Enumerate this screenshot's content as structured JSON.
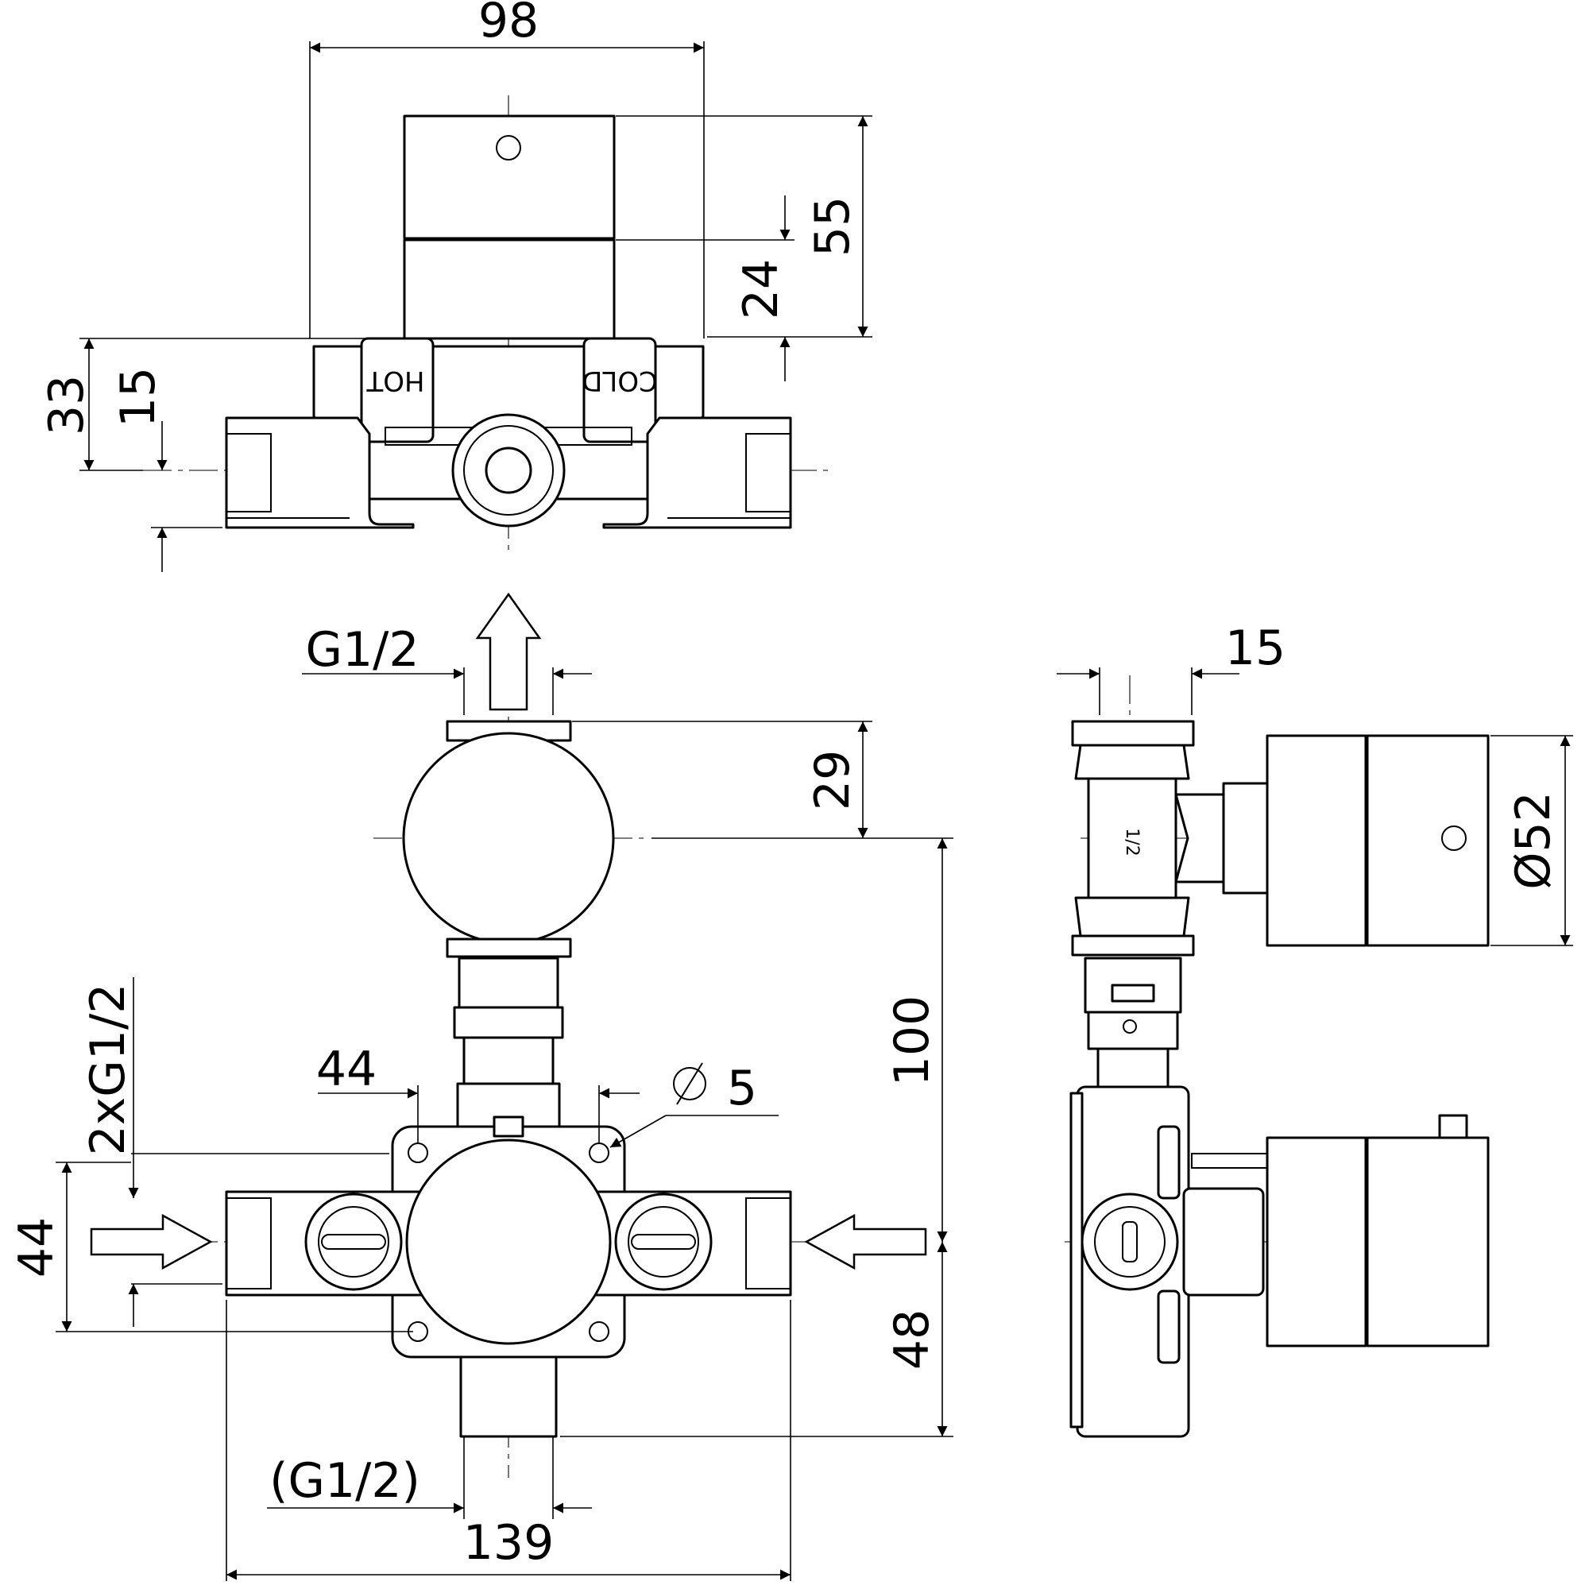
{
  "dimensions": {
    "top_width": "98",
    "top_depth_total": "55",
    "top_depth_cap": "24",
    "top_left_outer": "33",
    "top_left_inner": "15",
    "outlet_thread": "G1/2",
    "side_thread_width": "15",
    "cap_to_axis": "29",
    "cap_diameter": "Ø52",
    "axis_spacing": "100",
    "mount_hole_spacing": "44",
    "mount_hole_diameter": "5",
    "inlet_threads": "2xG1/2",
    "inlet_height": "44",
    "lower_depth": "48",
    "lower_outlet_thread": "(G1/2)",
    "overall_width": "139"
  },
  "markings": {
    "hot": "HOT",
    "cold": "COLD",
    "pipe_size": "1/2"
  }
}
